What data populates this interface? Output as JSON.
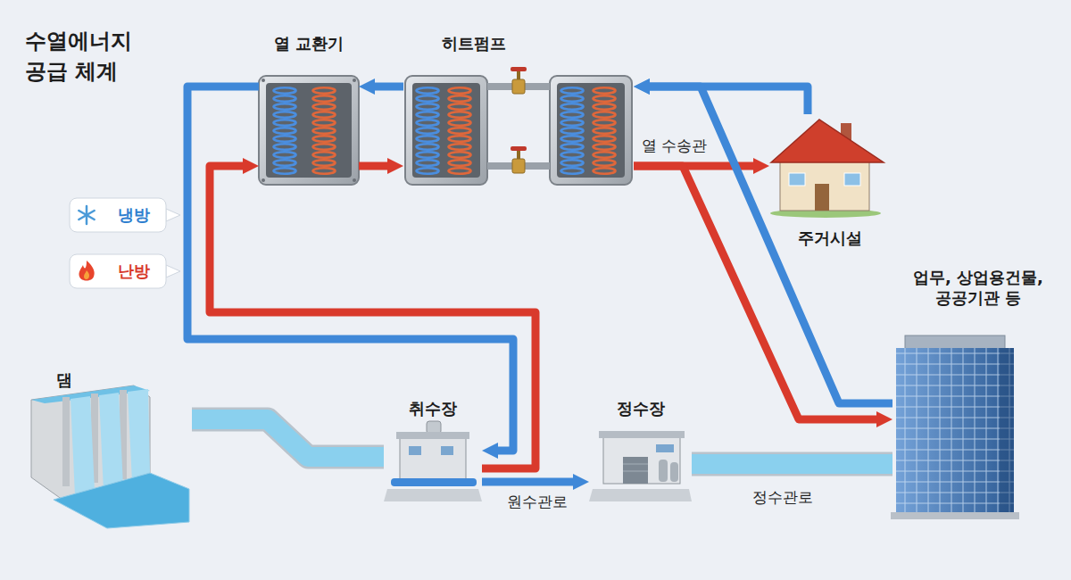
{
  "diagram": {
    "title": "수열에너지 공급 체계",
    "nodes": [
      {
        "text": [
          "열 교환기"
        ]
      },
      {
        "text": [
          "히트펌프"
        ]
      },
      {
        "text": [
          "주거시설"
        ]
      },
      {
        "text": [
          "냉방"
        ]
      },
      {
        "text": [
          "난방"
        ]
      },
      {
        "text": [
          "업무, 상업용건물, 공공기관 등"
        ]
      },
      {
        "text": [
          "댐"
        ]
      },
      {
        "text": [
          "취수장"
        ]
      },
      {
        "text": [
          "정수장"
        ]
      }
    ],
    "edges": [
      {
        "from": 0,
        "to": 7,
        "arrow": "to"
      },
      {
        "from": 7,
        "to": 0,
        "arrow": "to"
      },
      {
        "from": 1,
        "to": 0,
        "arrow": "to"
      },
      {
        "from": 0,
        "to": 1,
        "arrow": "to"
      },
      {
        "from": 7,
        "to": 8,
        "label": "원수관로",
        "arrow": "to"
      },
      {
        "from": 1,
        "to": 2,
        "label": "열 수송관",
        "arrow": "to"
      },
      {
        "from": 1,
        "to": 5,
        "arrow": "to"
      },
      {
        "from": 2,
        "to": 1,
        "arrow": "to"
      },
      {
        "from": 5,
        "to": 1,
        "arrow": "to"
      },
      {
        "from": 6,
        "to": 7,
        "arrow": "none"
      },
      {
        "from": 8,
        "to": 5,
        "label": "정수관로",
        "arrow": "none"
      }
    ]
  }
}
